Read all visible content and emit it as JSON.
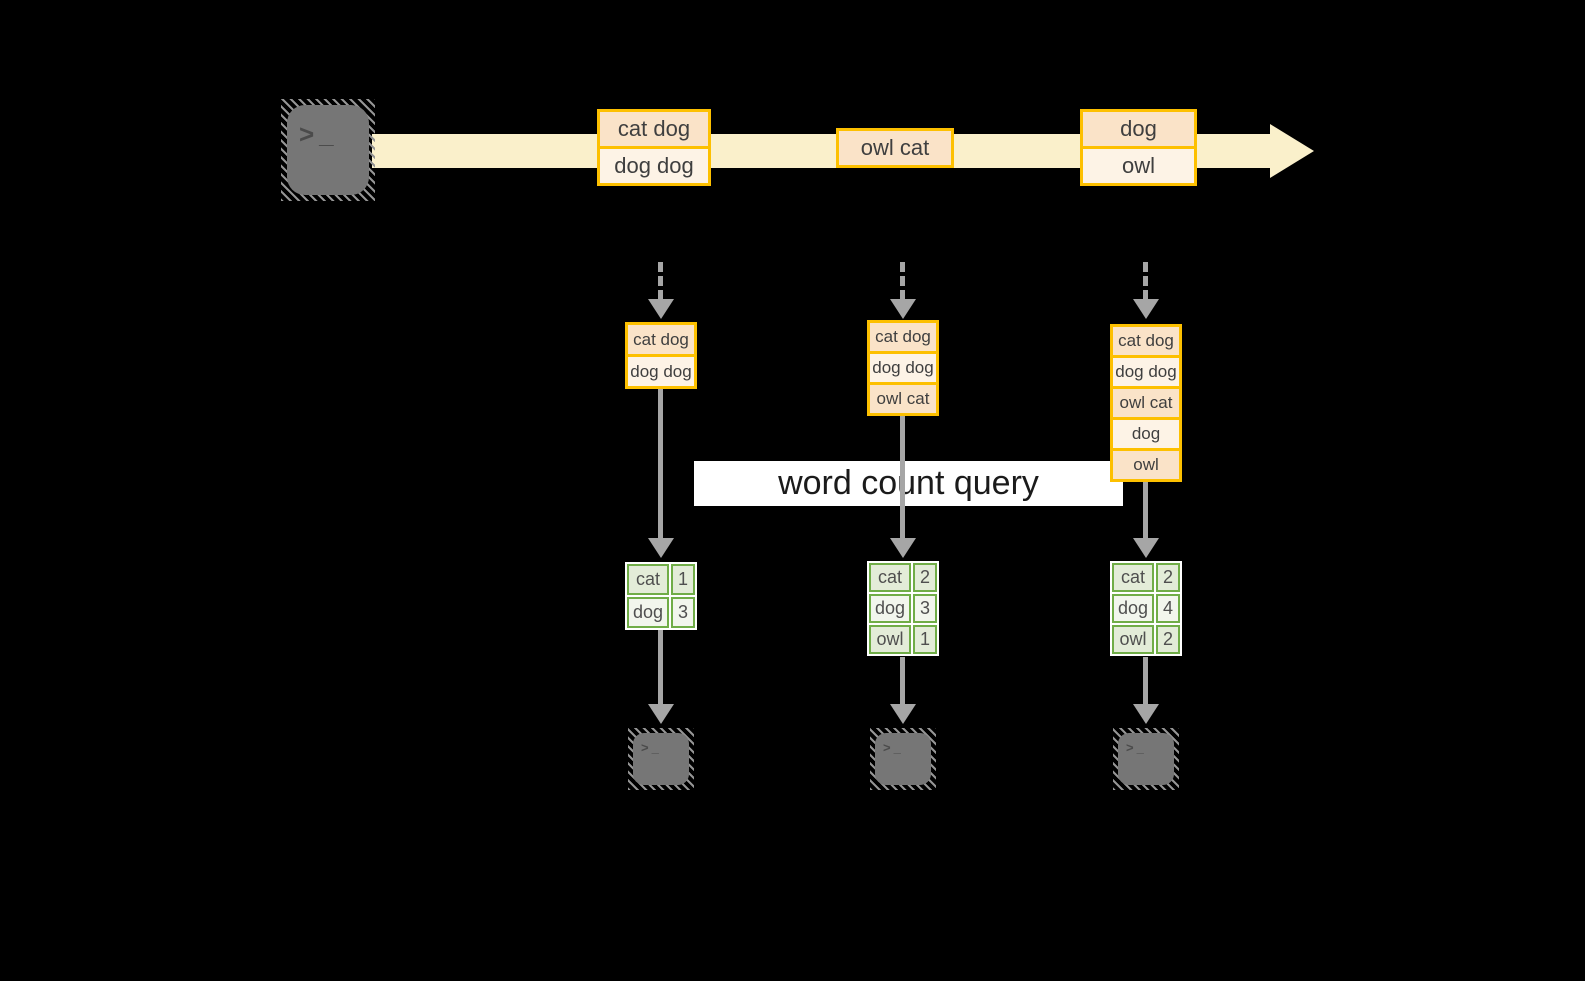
{
  "colors": {
    "orange_border": "#FDC000",
    "peach_fill": "#FAE3C8",
    "cream_fill": "#FDF3E6",
    "band_fill": "#FAF0CB",
    "green_border": "#70AD47",
    "green_dark": "#E3ECD8",
    "green_light": "#F2F6ED",
    "arrow_gray": "#A6A6A6",
    "terminal_gray": "#767676",
    "query_bg": "#FFFFFF",
    "query_text": "#1B1B1B"
  },
  "icons": {
    "terminal_glyph": ">_"
  },
  "query": {
    "label": "word count query"
  },
  "stream": {
    "batches": [
      {
        "cells": [
          "cat dog",
          "dog dog"
        ]
      },
      {
        "cells": [
          "owl cat"
        ]
      },
      {
        "cells": [
          "dog",
          "owl"
        ]
      }
    ]
  },
  "stages": [
    {
      "buffer": [
        "cat dog",
        "dog dog"
      ],
      "counts": [
        [
          "cat",
          "1"
        ],
        [
          "dog",
          "3"
        ]
      ]
    },
    {
      "buffer": [
        "cat dog",
        "dog dog",
        "owl cat"
      ],
      "counts": [
        [
          "cat",
          "2"
        ],
        [
          "dog",
          "3"
        ],
        [
          "owl",
          "1"
        ]
      ]
    },
    {
      "buffer": [
        "cat dog",
        "dog dog",
        "owl cat",
        "dog",
        "owl"
      ],
      "counts": [
        [
          "cat",
          "2"
        ],
        [
          "dog",
          "4"
        ],
        [
          "owl",
          "2"
        ]
      ]
    }
  ]
}
